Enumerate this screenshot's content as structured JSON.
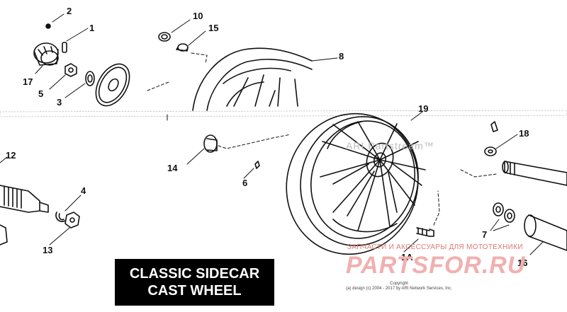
{
  "title": {
    "line1": "CLASSIC SIDECAR",
    "line2": "CAST WHEEL"
  },
  "part_labels": {
    "p1": "1",
    "p2": "2",
    "p3": "3",
    "p4": "4",
    "p5": "5",
    "p6": "6",
    "p7": "7",
    "p8": "8",
    "p10": "10",
    "p12": "12",
    "p13": "13",
    "p14": "14",
    "p15": "15",
    "p16": "16",
    "p17": "17",
    "p18": "18",
    "p19": "19",
    "p1a": "1A"
  },
  "watermark": {
    "tagline": "ЗАПЧАСТИ И АКСЕССУАРЫ ДЛЯ МОТОТЕХНИКИ",
    "logo_left": "PARTS",
    "logo_right": "FOR.RU",
    "mid": "ARI Partstream™"
  },
  "copyright": {
    "line1": "Copyright",
    "line2": "(a) design (c) 2004 - 2017 by ARI Network Services, Inc."
  },
  "colors": {
    "ink": "#111111",
    "title_bg": "#000000",
    "title_fg": "#ffffff",
    "watermark": "#f1b0b0"
  }
}
